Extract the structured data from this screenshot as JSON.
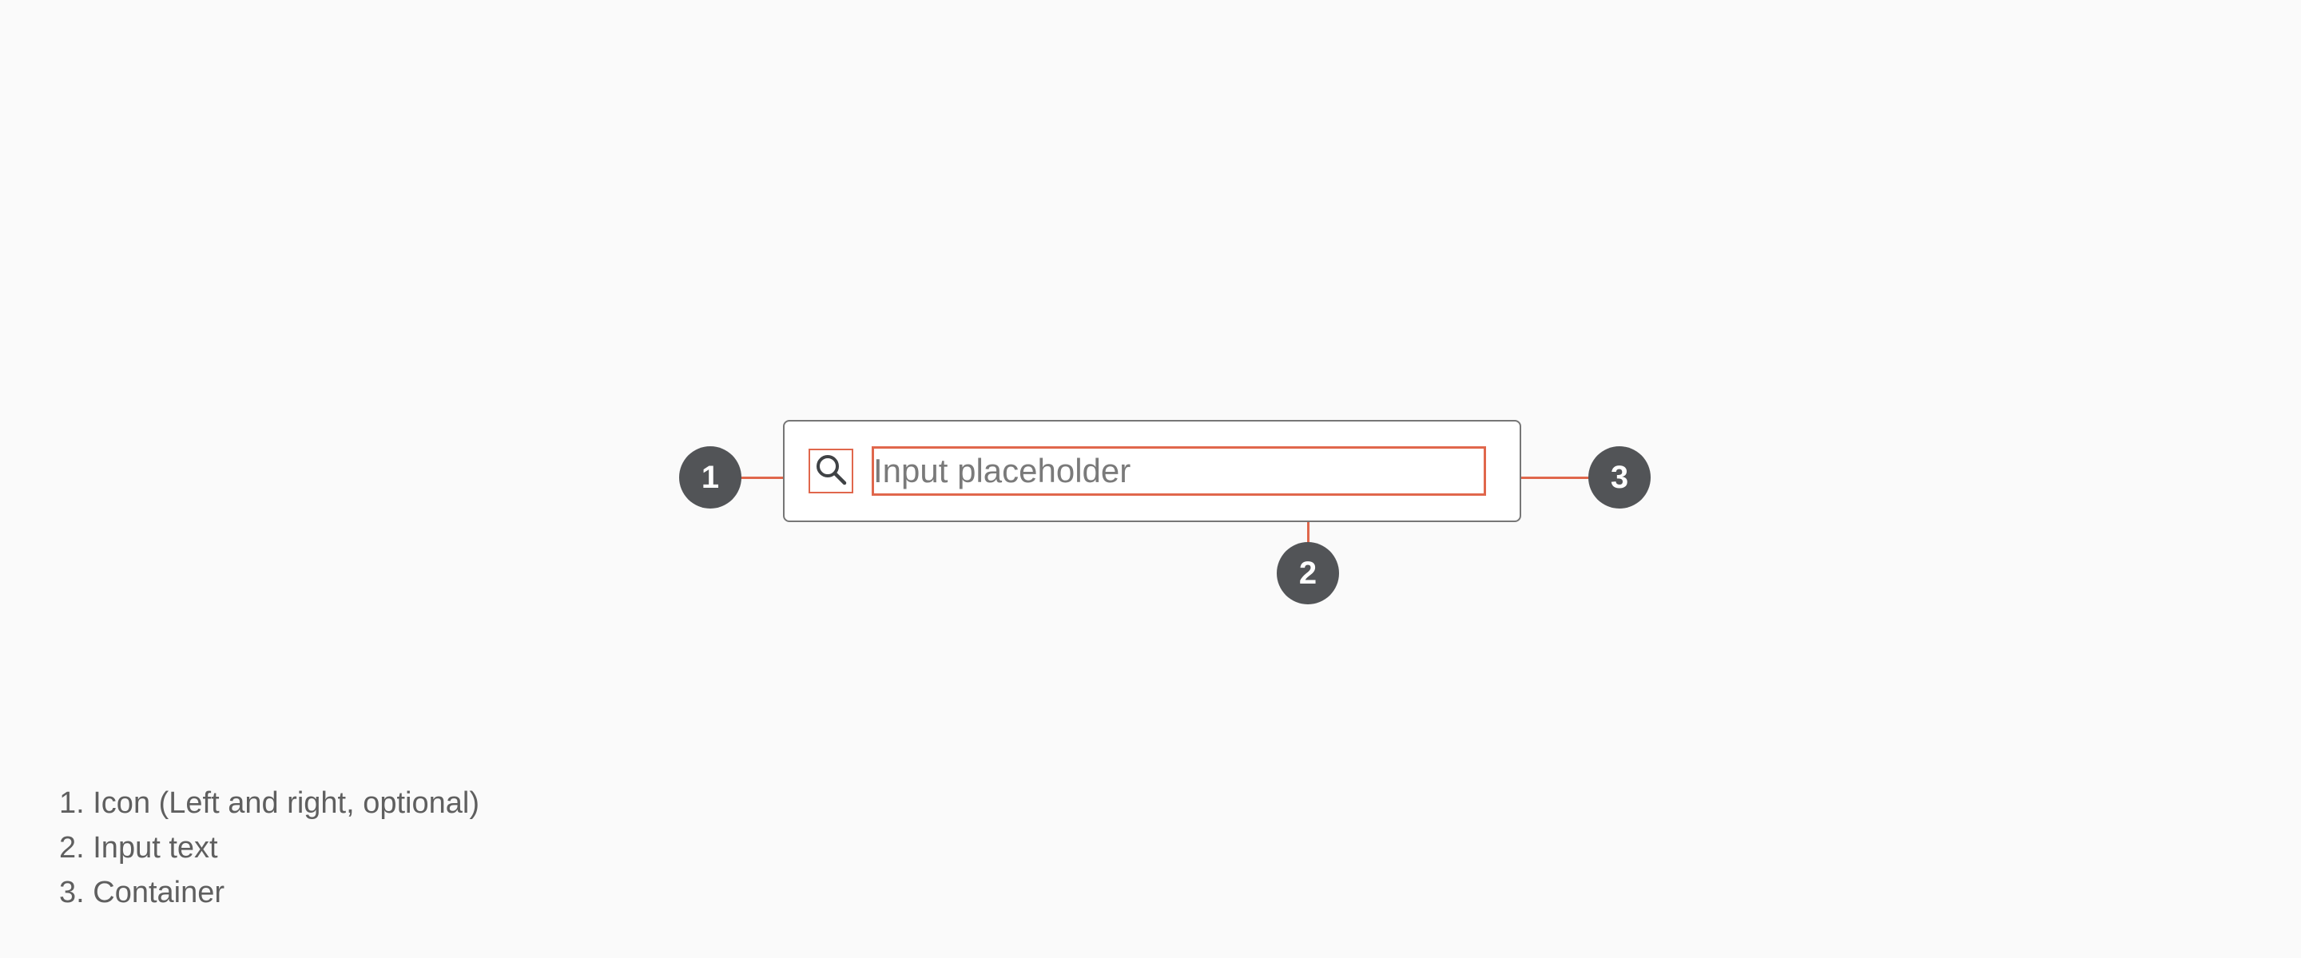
{
  "input": {
    "placeholder": "Input placeholder",
    "icon": "search-icon"
  },
  "callouts": [
    "1",
    "2",
    "3"
  ],
  "legend": [
    "1. Icon (Left and right, optional)",
    "2. Input text",
    "3. Container"
  ],
  "colors": {
    "background": "#fafafa",
    "highlight": "#e0674c",
    "badge": "#525457",
    "container_border": "#767676",
    "placeholder_text": "#7a7a7a",
    "legend_text": "#5f5f5f"
  }
}
